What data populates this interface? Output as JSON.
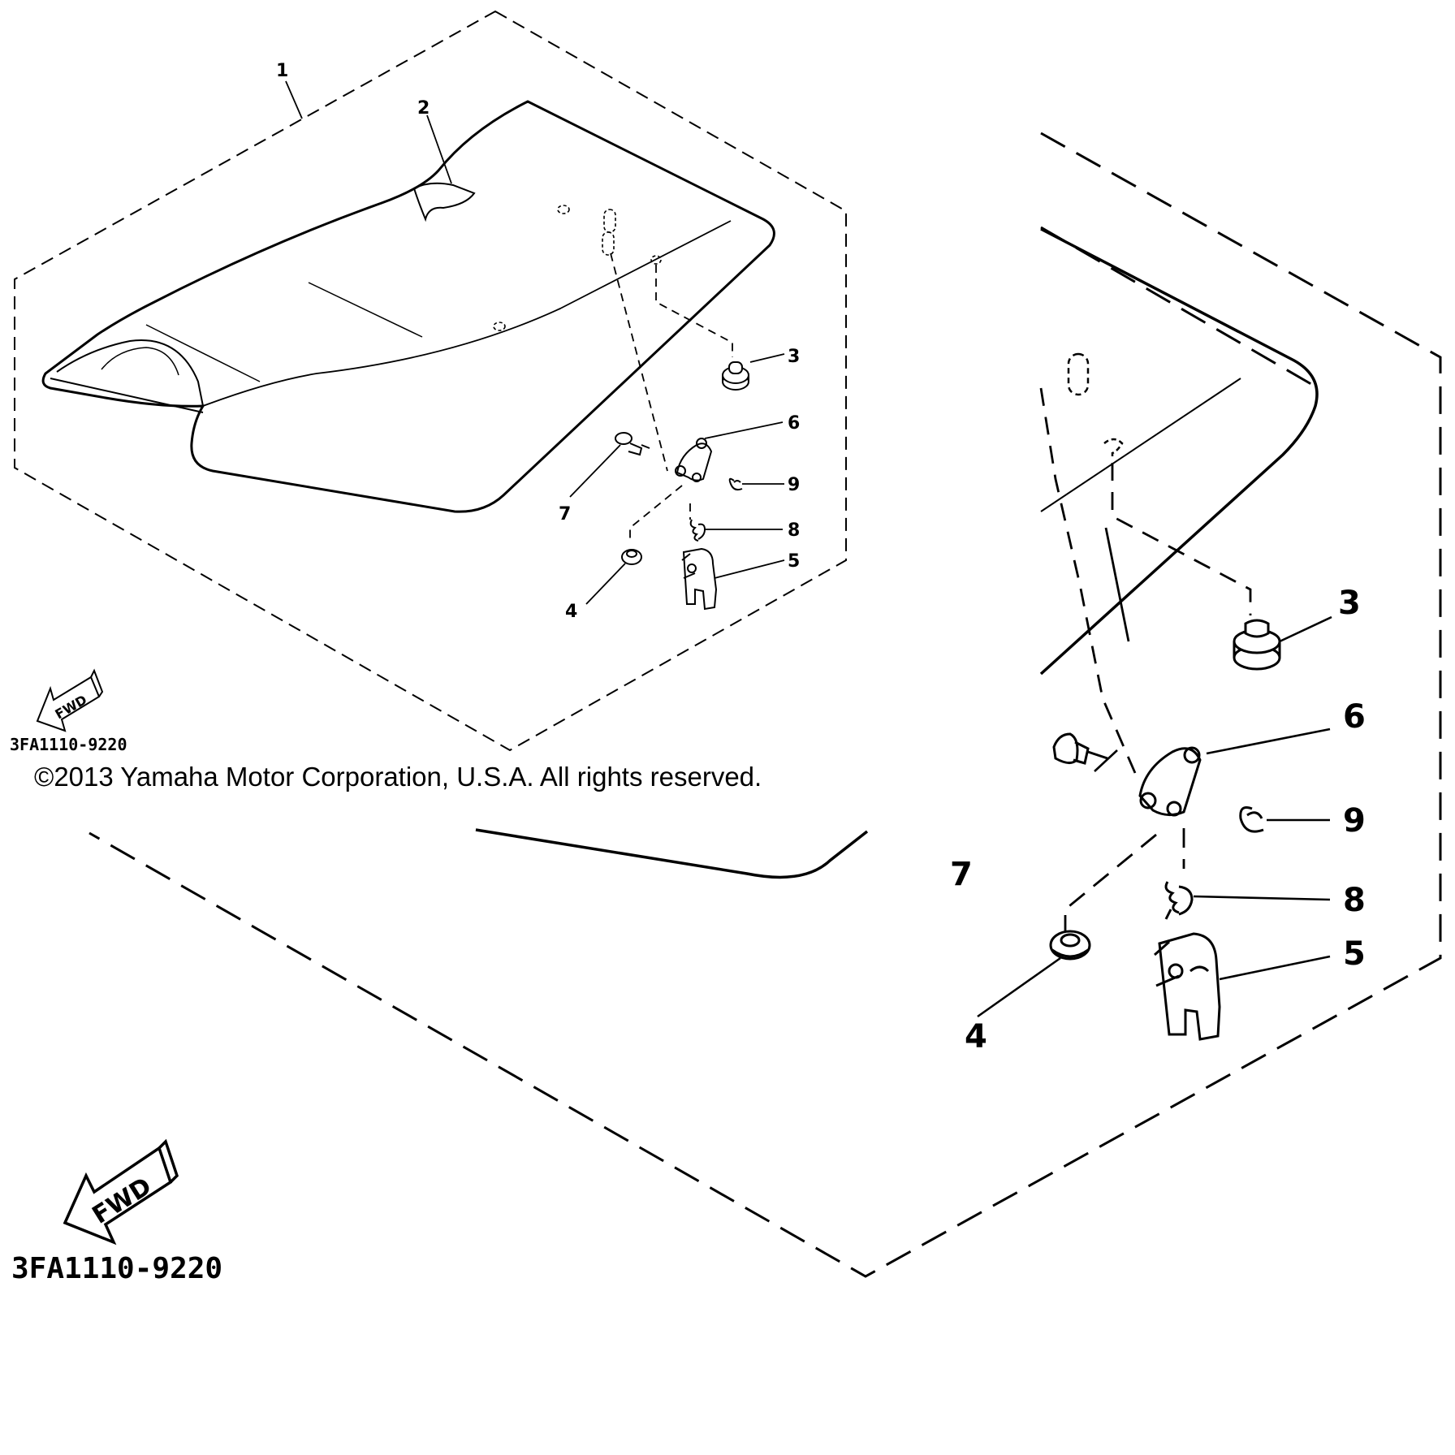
{
  "callouts": {
    "c1": "1",
    "c2": "2",
    "c3": "3",
    "c4": "4",
    "c5": "5",
    "c6": "6",
    "c7": "7",
    "c8": "8",
    "c9": "9"
  },
  "fwd_label": "FWD",
  "part_number": "3FA1110-9220",
  "copyright": "©2013 Yamaha Motor Corporation, U.S.A. All rights reserved."
}
